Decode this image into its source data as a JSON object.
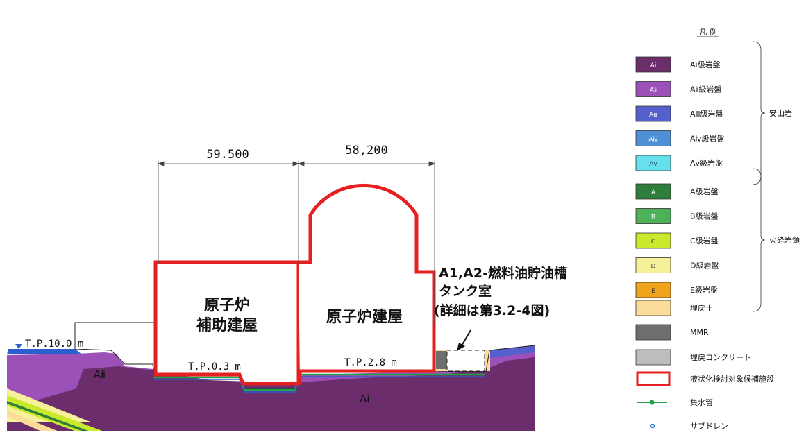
{
  "diagram": {
    "dimension_left": "59.500",
    "dimension_right": "58,200",
    "label_aux_building_line1": "原子炉",
    "label_aux_building_line2": "補助建屋",
    "label_reactor_building": "原子炉建屋",
    "callout_line1": "A1,A2-燃料油貯油槽",
    "callout_line2": "タンク室",
    "callout_line3": "(詳細は第3.2-4図)",
    "level_left": "T.P.10.0 m",
    "level_aux": "T.P.0.3 m",
    "level_reactor": "T.P.2.8 m",
    "rock_label_a2": "Aⅱ",
    "rock_label_a1": "Aⅰ"
  },
  "legend": {
    "title": "凡 例",
    "groups": [
      {
        "label": "安山岩",
        "items": [
          {
            "swatch_text": "Aⅰ",
            "label": "Aⅰ級岩盤",
            "color": "#6b2d6b",
            "text_color": "#ffffff"
          },
          {
            "swatch_text": "Aⅱ",
            "label": "Aⅱ級岩盤",
            "color": "#9b51b8",
            "text_color": "#ffffff"
          },
          {
            "swatch_text": "Aⅲ",
            "label": "Aⅲ級岩盤",
            "color": "#5660cc",
            "text_color": "#ffffff"
          },
          {
            "swatch_text": "Aⅳ",
            "label": "Aⅳ級岩盤",
            "color": "#4f8fd6",
            "text_color": "#ffffff"
          },
          {
            "swatch_text": "Aⅴ",
            "label": "Aⅴ級岩盤",
            "color": "#66e0ea",
            "text_color": "#2a4a80"
          }
        ]
      },
      {
        "label": "火砕岩類",
        "items": [
          {
            "swatch_text": "A",
            "label": "A級岩盤",
            "color": "#2e7d3a",
            "text_color": "#ffffff"
          },
          {
            "swatch_text": "B",
            "label": "B級岩盤",
            "color": "#4fb05a",
            "text_color": "#ffffff"
          },
          {
            "swatch_text": "C",
            "label": "C級岩盤",
            "color": "#c9ea2a",
            "text_color": "#333333"
          },
          {
            "swatch_text": "D",
            "label": "D級岩盤",
            "color": "#f7f09a",
            "text_color": "#333333"
          },
          {
            "swatch_text": "E",
            "label": "E級岩盤",
            "color": "#f0a41c",
            "text_color": "#333333"
          }
        ]
      }
    ],
    "misc_items": [
      {
        "label": "埋戻土",
        "color": "#fbdc9a"
      },
      {
        "label": "MMR",
        "color": "#6e6e6e"
      },
      {
        "label": "埋戻コンクリート",
        "color": "#bdbdbd"
      },
      {
        "label": "液状化検討対象候補施設",
        "color": "#e62020"
      }
    ],
    "symbol_items": [
      {
        "label": "集水管",
        "color": "#22a04b"
      },
      {
        "label": "サブドレン",
        "color": "#2a73c7"
      }
    ]
  }
}
